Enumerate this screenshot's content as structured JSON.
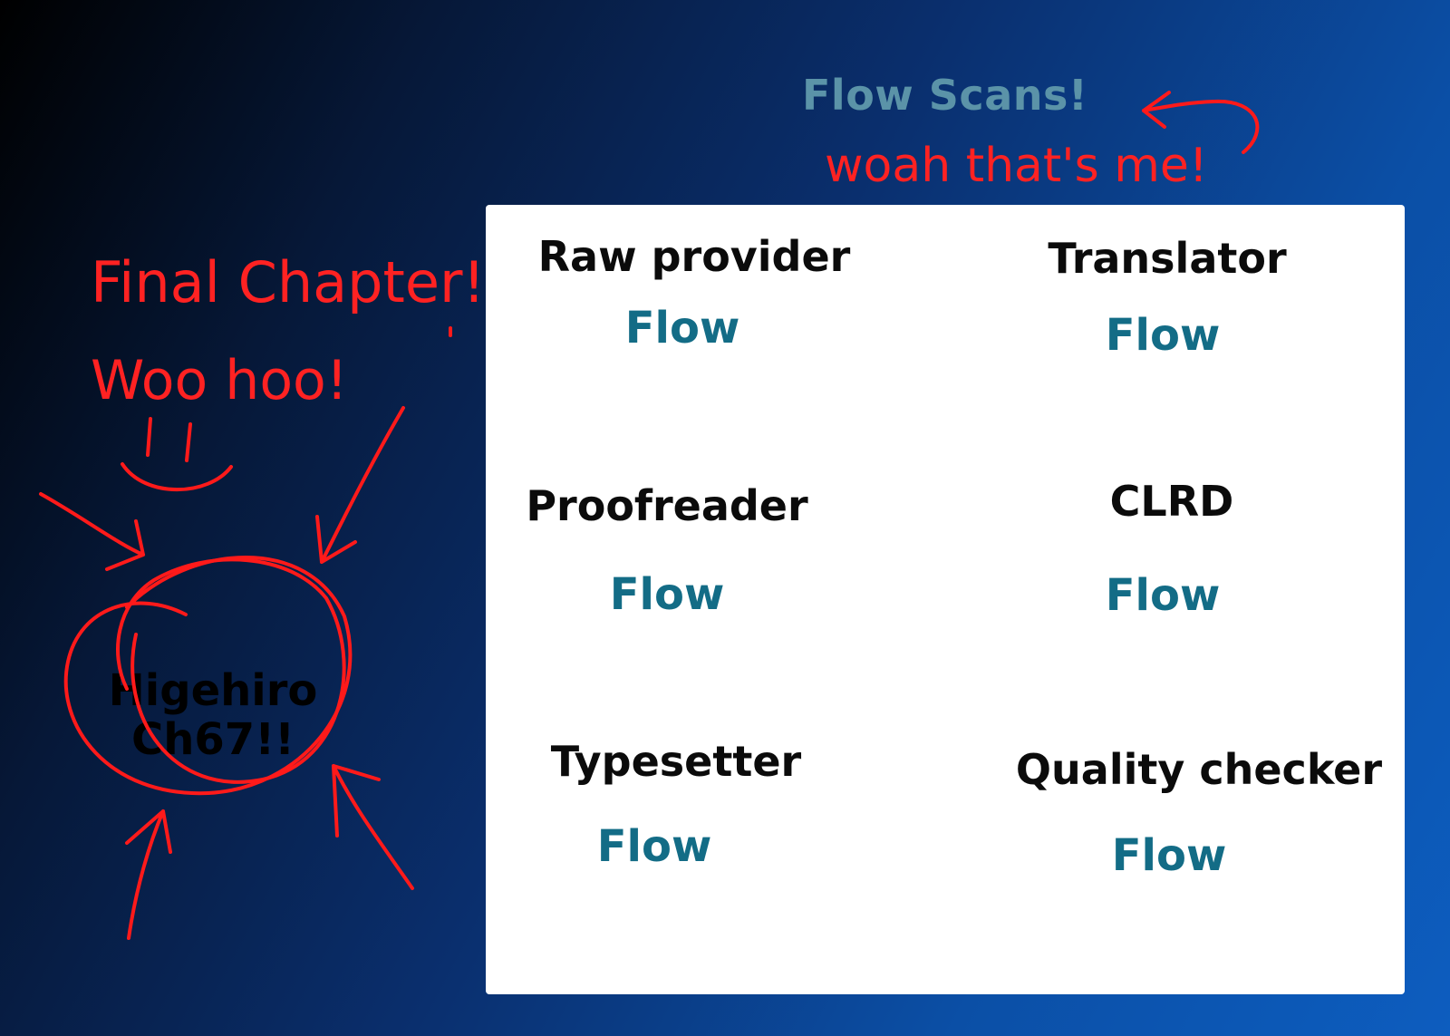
{
  "header": {
    "group_name": "Flow Scans!"
  },
  "annotations": {
    "self_note": "woah that's me!",
    "final_line1": "Final Chapter!",
    "final_line2": "Woo hoo!"
  },
  "chapter": {
    "series": "Higehiro",
    "number": "Ch67!!"
  },
  "credits": [
    {
      "role": "Raw provider",
      "name": "Flow"
    },
    {
      "role": "Translator",
      "name": "Flow"
    },
    {
      "role": "Proofreader",
      "name": "Flow"
    },
    {
      "role": "CLRD",
      "name": "Flow"
    },
    {
      "role": "Typesetter",
      "name": "Flow"
    },
    {
      "role": "Quality checker",
      "name": "Flow"
    }
  ],
  "colors": {
    "scribble": "#ff1a1a",
    "name_accent": "#136c86",
    "brand": "#5b93a8"
  }
}
